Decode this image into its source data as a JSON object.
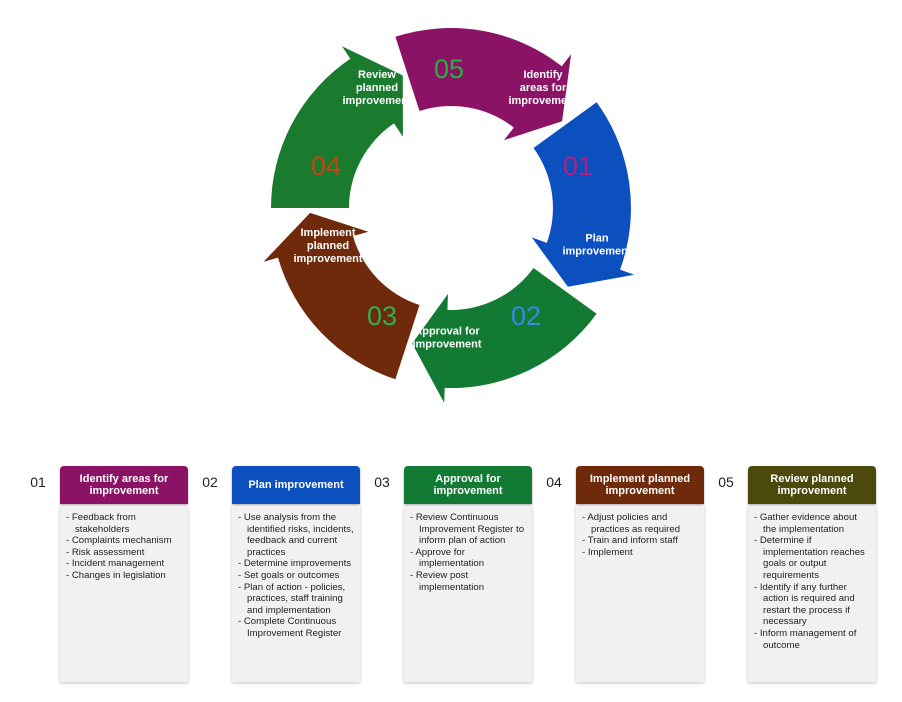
{
  "cycle": {
    "segments": [
      {
        "number": "01",
        "label_lines": [
          "Identify",
          "areas for",
          "improvement"
        ],
        "color": "#8B1366",
        "number_color": "#B2207F"
      },
      {
        "number": "02",
        "label_lines": [
          "Plan",
          "improvement"
        ],
        "color": "#0C4FBE",
        "number_color": "#3A86E8"
      },
      {
        "number": "03",
        "label_lines": [
          "Approval for",
          "improvement"
        ],
        "color": "#137A33",
        "number_color": "#2DB04F"
      },
      {
        "number": "04",
        "label_lines": [
          "Implement",
          "planned",
          "improvement"
        ],
        "color": "#6E2A0B",
        "number_color": "#C14713"
      },
      {
        "number": "05",
        "label_lines": [
          "Review",
          "planned",
          "improvement"
        ],
        "color": "#1A7A2E",
        "number_color": "#27B041"
      }
    ]
  },
  "stages": [
    {
      "number": "01",
      "title": "Identify areas for improvement",
      "color": "#8B1366",
      "items": [
        "Feedback from stakeholders",
        "Complaints mechanism",
        "Risk assessment",
        "Incident management",
        "Changes in legislation"
      ]
    },
    {
      "number": "02",
      "title": "Plan improvement",
      "color": "#0C4FBE",
      "items": [
        "Use analysis from the identified risks, incidents, feedback and current practices",
        "Determine improvements",
        "Set goals or outcomes",
        "Plan of action - policies, practices, staff training and implementation",
        "Complete Continuous Improvement Register"
      ]
    },
    {
      "number": "03",
      "title": "Approval for improvement",
      "color": "#137A33",
      "items": [
        "Review Continuous Improvement Register to inform plan of action",
        "Approve for implementation",
        "Review post implementation"
      ]
    },
    {
      "number": "04",
      "title": "Implement planned improvement",
      "color": "#6E2A0B",
      "items": [
        "Adjust policies and practices as required",
        "Train and inform staff",
        "Implement"
      ]
    },
    {
      "number": "05",
      "title": "Review planned improvement",
      "color": "#4B4A0C",
      "items": [
        "Gather evidence about the implementation",
        "Determine if implementation reaches goals or output requirements",
        "Identify if any further action is required and restart the process if necessary",
        "Inform management of outcome"
      ]
    }
  ]
}
